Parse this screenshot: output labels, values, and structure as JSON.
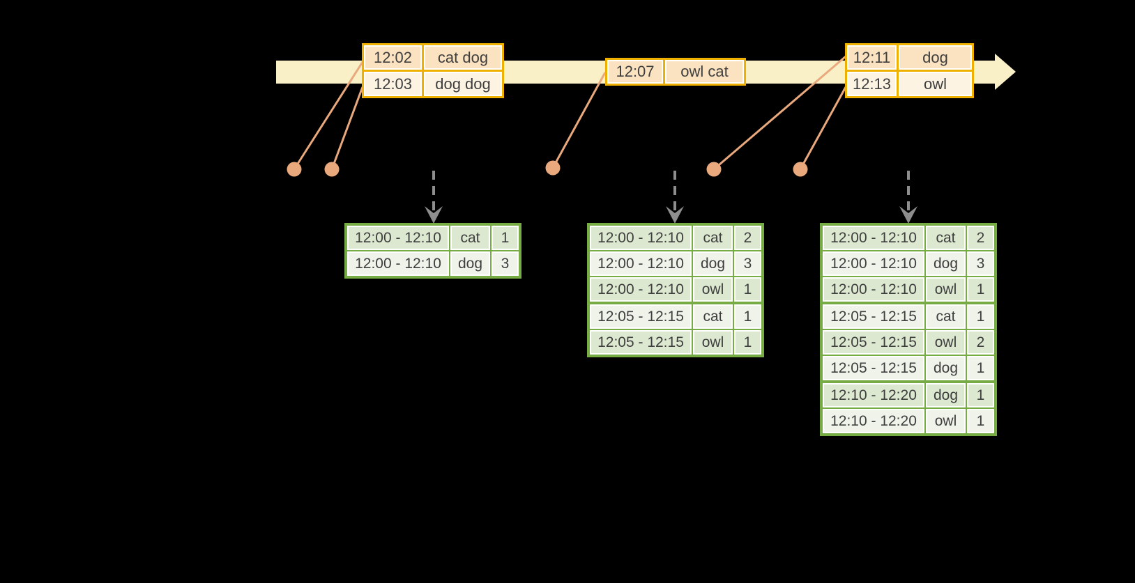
{
  "diagram_title": "windowed-grouped-aggregation-stream",
  "colors": {
    "background": "#000000",
    "timeline_band": "#faf0c8",
    "event_table_border": "#f0b000",
    "event_cell_peach": "#fbe2c0",
    "event_cell_cream": "#fdf3e2",
    "event_dot_salmon": "#e9a97d",
    "trigger_arrow_gray": "#8e8e8e",
    "result_table_border": "#77ab43",
    "result_cell_dark": "#dce8d0",
    "result_cell_light": "#eff3ea",
    "text": "#3e3e3e"
  },
  "event_tables": [
    {
      "rows": [
        {
          "time": "12:02",
          "words": "cat dog"
        },
        {
          "time": "12:03",
          "words": "dog dog"
        }
      ]
    },
    {
      "rows": [
        {
          "time": "12:07",
          "words": "owl cat"
        }
      ]
    },
    {
      "rows": [
        {
          "time": "12:11",
          "words": "dog"
        },
        {
          "time": "12:13",
          "words": "owl"
        }
      ]
    }
  ],
  "result_tables": [
    {
      "rows": [
        {
          "window": "12:00 - 12:10",
          "word": "cat",
          "count": "1"
        },
        {
          "window": "12:00 - 12:10",
          "word": "dog",
          "count": "3"
        }
      ]
    },
    {
      "rows": [
        {
          "window": "12:00 - 12:10",
          "word": "cat",
          "count": "2"
        },
        {
          "window": "12:00 - 12:10",
          "word": "dog",
          "count": "3"
        },
        {
          "window": "12:00 - 12:10",
          "word": "owl",
          "count": "1"
        },
        {
          "window": "12:05 - 12:15",
          "word": "cat",
          "count": "1"
        },
        {
          "window": "12:05 - 12:15",
          "word": "owl",
          "count": "1"
        }
      ]
    },
    {
      "rows": [
        {
          "window": "12:00 - 12:10",
          "word": "cat",
          "count": "2"
        },
        {
          "window": "12:00 - 12:10",
          "word": "dog",
          "count": "3"
        },
        {
          "window": "12:00 - 12:10",
          "word": "owl",
          "count": "1"
        },
        {
          "window": "12:05 - 12:15",
          "word": "cat",
          "count": "1"
        },
        {
          "window": "12:05 - 12:15",
          "word": "owl",
          "count": "2"
        },
        {
          "window": "12:05 - 12:15",
          "word": "dog",
          "count": "1"
        },
        {
          "window": "12:10 - 12:20",
          "word": "dog",
          "count": "1"
        },
        {
          "window": "12:10 - 12:20",
          "word": "owl",
          "count": "1"
        }
      ]
    }
  ]
}
